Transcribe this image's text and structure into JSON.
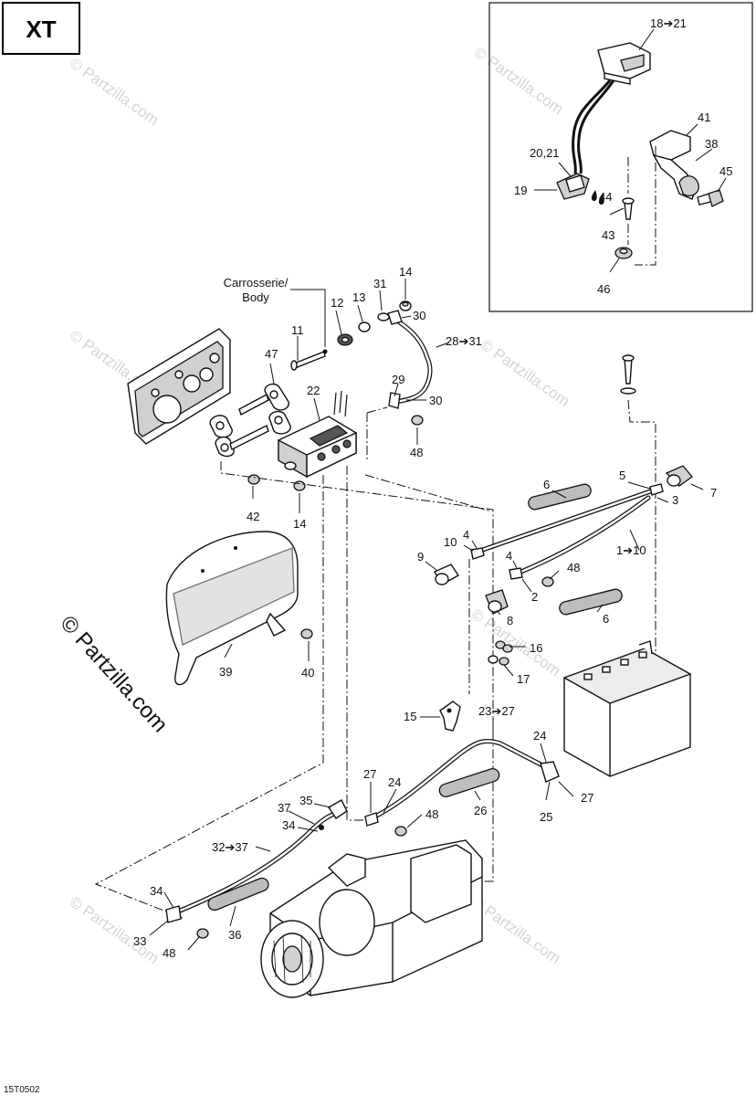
{
  "model_tag": "XT",
  "figure_code": "15T0502",
  "watermark_text": "© Partzilla.com",
  "callouts": {
    "c18_21": "18➔21",
    "c41": "41",
    "c38": "38",
    "c20_21": "20,21",
    "c45": "45",
    "c19": "19",
    "c44": "44",
    "c43": "43",
    "c46": "46",
    "carrosserie": "Carrosserie/",
    "body": "Body",
    "c31": "31",
    "c14a": "14",
    "c12": "12",
    "c13": "13",
    "c30a": "30",
    "c11": "11",
    "c28_31": "28➔31",
    "c47": "47",
    "c22": "22",
    "c29": "29",
    "c30b": "30",
    "c48a": "48",
    "c42": "42",
    "c14b": "14",
    "c6a": "6",
    "c5": "5",
    "c3": "3",
    "c7": "7",
    "c4a": "4",
    "c10": "10",
    "c4b": "4",
    "c1_10": "1➔10",
    "c9": "9",
    "c48b": "48",
    "c2": "2",
    "c8": "8",
    "c6b": "6",
    "c16": "16",
    "c17": "17",
    "c39": "39",
    "c40": "40",
    "c15": "15",
    "c23_27": "23➔27",
    "c24a": "24",
    "c27a": "27",
    "c24b": "24",
    "c27b": "27",
    "c26": "26",
    "c25": "25",
    "c48c": "48",
    "c37a": "37",
    "c35": "35",
    "c34a": "34",
    "c32_37": "32➔37",
    "c34b": "34",
    "c36": "36",
    "c33": "33",
    "c48d": "48"
  }
}
